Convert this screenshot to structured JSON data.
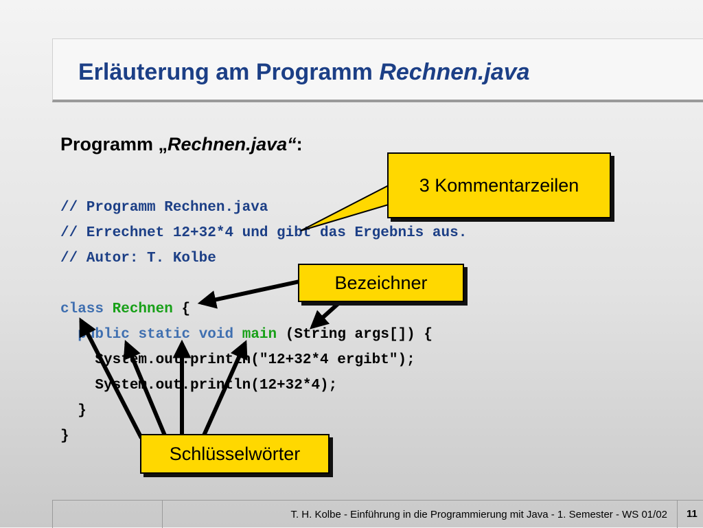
{
  "slide": {
    "title_prefix": "Erläuterung am Programm",
    "title_italic": "Rechnen.java"
  },
  "heading": {
    "prefix": "Programm „",
    "italic": "Rechnen.java“",
    "suffix": ":"
  },
  "code": {
    "comment1": "// Programm Rechnen.java",
    "comment2": "// Errechnet 12+32*4 und gibt das Ergebnis aus.",
    "comment3": "// Autor: T. Kolbe",
    "line_class": {
      "kw": "class",
      "id": "Rechnen",
      "rest": " {"
    },
    "line_method": {
      "indent": "  ",
      "kw1": "public",
      "kw2": "static",
      "kw3": "void",
      "id": "main",
      "rest": " (String args[]) {"
    },
    "line_print1": "    System.out.println(\"12+32*4 ergibt\");",
    "line_print2": "    System.out.println(12+32*4);",
    "line_close_method": "  }",
    "line_close_class": "}"
  },
  "callouts": {
    "comments": "3 Kommentarzeilen",
    "identifiers": "Bezeichner",
    "keywords": "Schlüsselwörter"
  },
  "footer": {
    "text": "T. H. Kolbe -  Einführung in die Programmierung mit Java  -  1. Semester  -  WS 01/02",
    "page": "11"
  },
  "colors": {
    "title": "#1c3f86",
    "comment": "#1c3f86",
    "keyword": "#3f6fb0",
    "identifier": "#18a018",
    "callout_fill": "#ffd800"
  }
}
